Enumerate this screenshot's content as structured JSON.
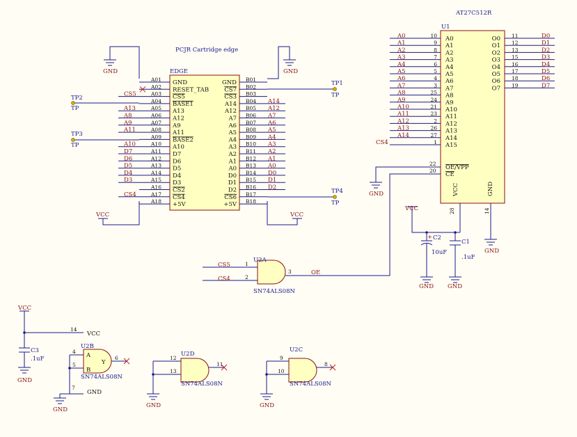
{
  "title": "PCJR Cartridge edge",
  "edge": {
    "ref": "EDGE",
    "left_pins": [
      {
        "pin": "A01",
        "name": "GND",
        "net": ""
      },
      {
        "pin": "A02",
        "name": "RESET_TAB",
        "net": "",
        "nc": true
      },
      {
        "pin": "A03",
        "name": "CS5",
        "net": "CS5",
        "over": true
      },
      {
        "pin": "A04",
        "name": "BASE1",
        "net": "",
        "over": true
      },
      {
        "pin": "A05",
        "name": "A13",
        "net": "A13"
      },
      {
        "pin": "A06",
        "name": "A12",
        "net": "A8"
      },
      {
        "pin": "A07",
        "name": "A9",
        "net": "A9"
      },
      {
        "pin": "A08",
        "name": "A11",
        "net": "A11"
      },
      {
        "pin": "A09",
        "name": "BASE2",
        "net": "",
        "over": true
      },
      {
        "pin": "A10",
        "name": "A10",
        "net": "A10"
      },
      {
        "pin": "A11",
        "name": "D7",
        "net": "D7"
      },
      {
        "pin": "A12",
        "name": "D6",
        "net": "D6"
      },
      {
        "pin": "A13",
        "name": "D5",
        "net": "D5"
      },
      {
        "pin": "A14",
        "name": "D4",
        "net": "D4"
      },
      {
        "pin": "A15",
        "name": "D3",
        "net": "D3"
      },
      {
        "pin": "A16",
        "name": "CS2",
        "net": "",
        "over": true
      },
      {
        "pin": "A17",
        "name": "CS4",
        "net": "CS4",
        "over": true
      },
      {
        "pin": "A18",
        "name": "+5V",
        "net": ""
      }
    ],
    "right_pins": [
      {
        "pin": "B01",
        "name": "GND",
        "net": ""
      },
      {
        "pin": "B02",
        "name": "CS7",
        "net": "",
        "over": true
      },
      {
        "pin": "B03",
        "name": "CS3",
        "net": "",
        "over": true
      },
      {
        "pin": "B04",
        "name": "A14",
        "net": "A14"
      },
      {
        "pin": "B05",
        "name": "A12",
        "net": "A12"
      },
      {
        "pin": "B06",
        "name": "A7",
        "net": "A7"
      },
      {
        "pin": "B07",
        "name": "A6",
        "net": "A6"
      },
      {
        "pin": "B08",
        "name": "A5",
        "net": "A5"
      },
      {
        "pin": "B09",
        "name": "A4",
        "net": "A4"
      },
      {
        "pin": "B10",
        "name": "A3",
        "net": "A3"
      },
      {
        "pin": "B11",
        "name": "A2",
        "net": "A2"
      },
      {
        "pin": "B12",
        "name": "A1",
        "net": "A1"
      },
      {
        "pin": "B13",
        "name": "A0",
        "net": "A0"
      },
      {
        "pin": "B14",
        "name": "D0",
        "net": "D0"
      },
      {
        "pin": "B15",
        "name": "D1",
        "net": "D1"
      },
      {
        "pin": "B16",
        "name": "D2",
        "net": "D2"
      },
      {
        "pin": "B17",
        "name": "CS6",
        "net": "",
        "over": true
      },
      {
        "pin": "B18",
        "name": "+5V",
        "net": ""
      }
    ]
  },
  "eprom": {
    "part": "AT27C512R",
    "ref": "U1",
    "addr": [
      {
        "pin": "10",
        "name": "A0",
        "net": "A0"
      },
      {
        "pin": "9",
        "name": "A1",
        "net": "A1"
      },
      {
        "pin": "8",
        "name": "A2",
        "net": "A2"
      },
      {
        "pin": "7",
        "name": "A3",
        "net": "A3"
      },
      {
        "pin": "6",
        "name": "A4",
        "net": "A4"
      },
      {
        "pin": "5",
        "name": "A5",
        "net": "A5"
      },
      {
        "pin": "4",
        "name": "A6",
        "net": "A6"
      },
      {
        "pin": "3",
        "name": "A7",
        "net": "A7"
      },
      {
        "pin": "25",
        "name": "A8",
        "net": "A8"
      },
      {
        "pin": "24",
        "name": "A9",
        "net": "A9"
      },
      {
        "pin": "21",
        "name": "A10",
        "net": "A10"
      },
      {
        "pin": "23",
        "name": "A11",
        "net": "A11"
      },
      {
        "pin": "2",
        "name": "A12",
        "net": "A12"
      },
      {
        "pin": "26",
        "name": "A13",
        "net": "A13"
      },
      {
        "pin": "27",
        "name": "A14",
        "net": "A14"
      },
      {
        "pin": "1",
        "name": "A15",
        "net": "CS4"
      }
    ],
    "data": [
      {
        "pin": "11",
        "name": "O0",
        "net": "D0"
      },
      {
        "pin": "12",
        "name": "O1",
        "net": "D1"
      },
      {
        "pin": "13",
        "name": "O2",
        "net": "D2"
      },
      {
        "pin": "15",
        "name": "O3",
        "net": "D3"
      },
      {
        "pin": "16",
        "name": "O4",
        "net": "D4"
      },
      {
        "pin": "17",
        "name": "O5",
        "net": "D5"
      },
      {
        "pin": "18",
        "name": "O6",
        "net": "D6"
      },
      {
        "pin": "19",
        "name": "O7",
        "net": "D7"
      }
    ],
    "oe_pin": "22",
    "oe_name": "OE/VPP",
    "ce_pin": "20",
    "ce_name": "CE",
    "vcc_pin": "28",
    "vcc_name": "VCC",
    "gnd_pin": "14",
    "gnd_name": "GND"
  },
  "testpoints": {
    "tp1": {
      "ref": "TP1",
      "val": "TP"
    },
    "tp2": {
      "ref": "TP2",
      "val": "TP"
    },
    "tp3": {
      "ref": "TP3",
      "val": "TP"
    },
    "tp4": {
      "ref": "TP4",
      "val": "TP"
    }
  },
  "power": {
    "gnd": "GND",
    "vcc": "VCC"
  },
  "u2a": {
    "ref": "U2A",
    "part": "SN74ALS08N",
    "in1_pin": "1",
    "in2_pin": "2",
    "out_pin": "3",
    "in1_net": "CS5",
    "in2_net": "CS4",
    "out_net": "OE"
  },
  "u2b": {
    "ref": "U2B",
    "part": "SN74ALS08N",
    "a_pin": "4",
    "b_pin": "5",
    "y_pin": "6",
    "a_name": "A",
    "b_name": "B",
    "y_name": "Y",
    "vcc_pin": "14",
    "gnd_pin": "7",
    "vcc_label": "VCC",
    "gnd_label": "GND"
  },
  "u2c": {
    "ref": "U2C",
    "part": "SN74ALS08N",
    "in1_pin": "9",
    "in2_pin": "10",
    "out_pin": "8"
  },
  "u2d": {
    "ref": "U2D",
    "part": "SN74ALS08N",
    "in1_pin": "12",
    "in2_pin": "13",
    "out_pin": "11"
  },
  "caps": {
    "c1": {
      "ref": "C1",
      "val": ".1uF"
    },
    "c2": {
      "ref": "C2",
      "val": "10uF",
      "plus": "+"
    },
    "c3": {
      "ref": "C3",
      "val": ".1uF"
    }
  }
}
